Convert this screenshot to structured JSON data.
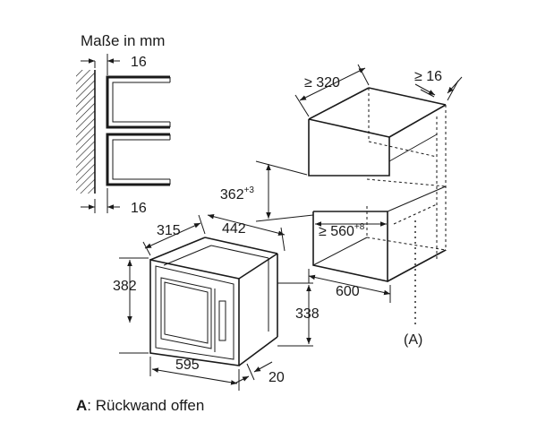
{
  "header": {
    "title": "Maße in mm"
  },
  "dimensions": {
    "side_top": "16",
    "side_bottom": "16",
    "niche_width": "≥ 320",
    "niche_depth": "≥ 16",
    "niche_height": "362",
    "niche_height_tol": "+3",
    "niche_inner": "≥ 560",
    "niche_inner_tol": "+8",
    "niche_front": "600",
    "device_depth": "315",
    "device_width_top": "442",
    "device_height": "382",
    "device_inner_height": "338",
    "device_width": "595",
    "frame_depth": "20"
  },
  "marker": {
    "label": "(A)"
  },
  "legend": {
    "key": "A",
    "text": ": Rückwand offen"
  }
}
